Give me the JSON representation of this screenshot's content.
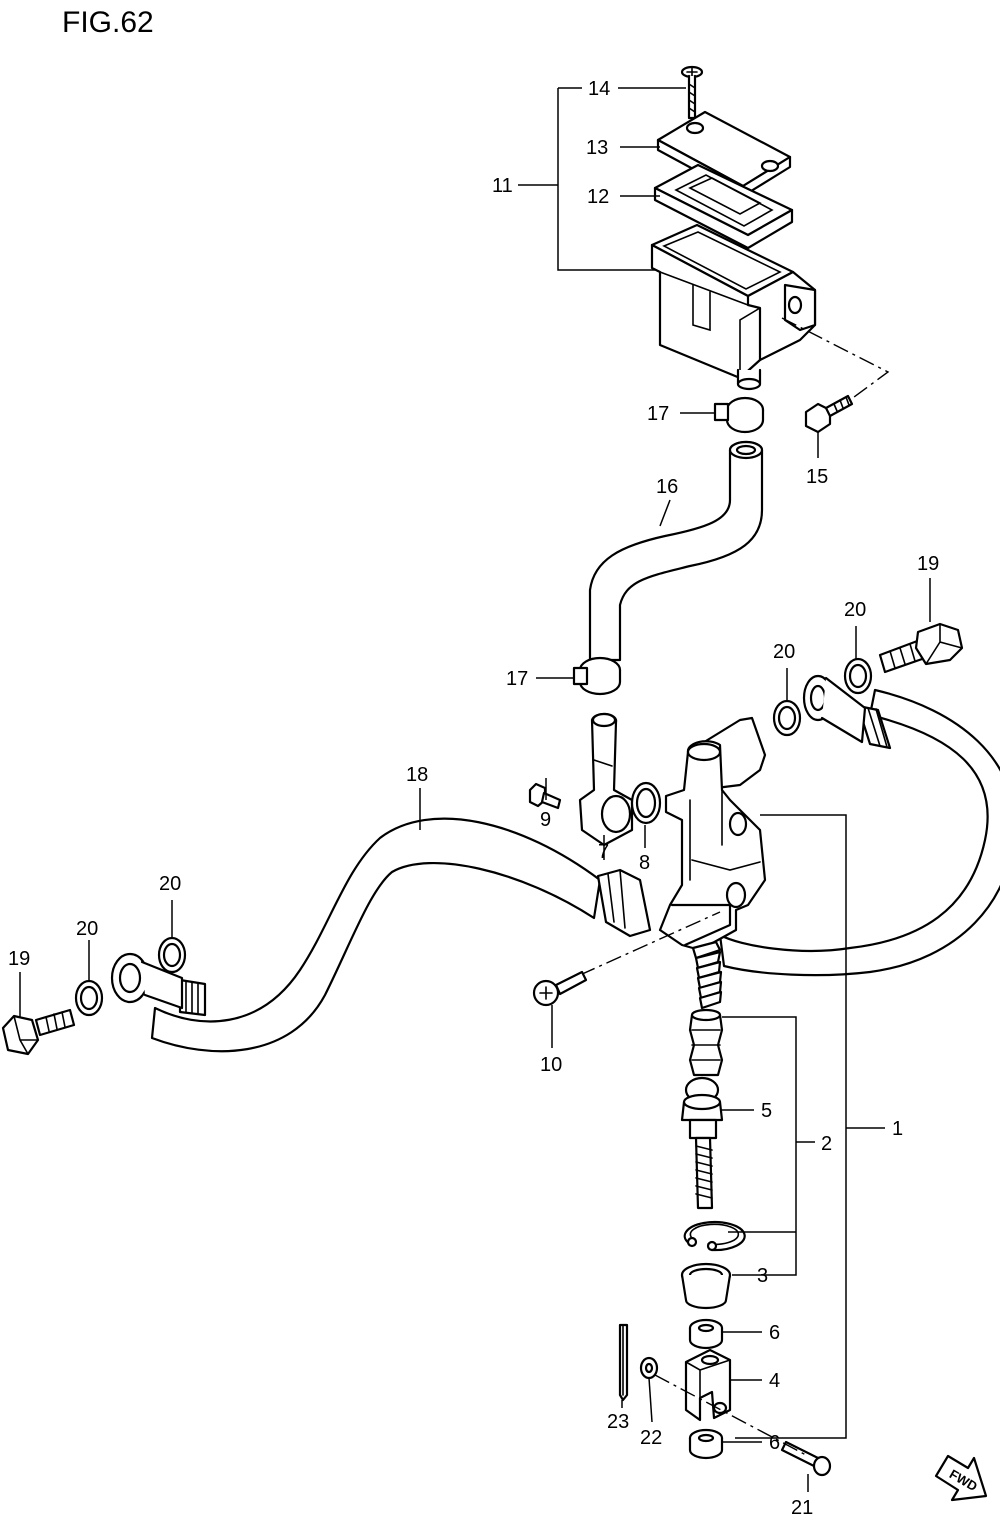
{
  "figure": {
    "title": "FIG.62",
    "fwd_label": "FWD"
  },
  "callouts": {
    "c1": "1",
    "c2": "2",
    "c3": "3",
    "c4": "4",
    "c5": "5",
    "c6a": "6",
    "c6b": "6",
    "c7": "7",
    "c8": "8",
    "c9": "9",
    "c10": "10",
    "c11": "11",
    "c12": "12",
    "c13": "13",
    "c14": "14",
    "c15": "15",
    "c16": "16",
    "c17a": "17",
    "c17b": "17",
    "c18": "18",
    "c19a": "19",
    "c19b": "19",
    "c20a": "20",
    "c20b": "20",
    "c20c": "20",
    "c20d": "20",
    "c21": "21",
    "c22": "22",
    "c23": "23"
  },
  "colors": {
    "line": "#000000",
    "background": "#ffffff"
  }
}
